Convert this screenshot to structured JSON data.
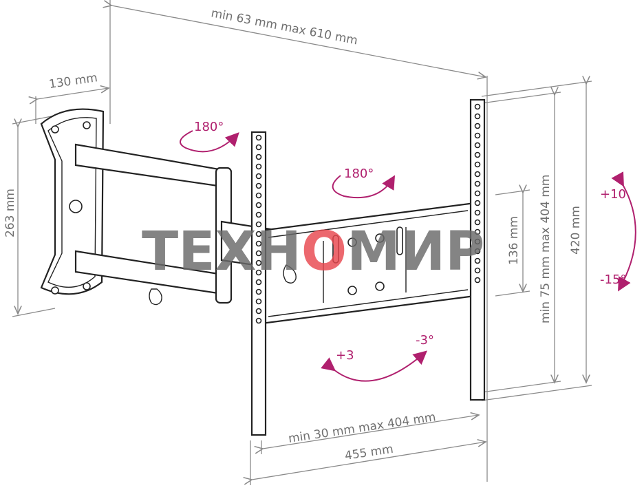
{
  "dimensions": {
    "arm_extension": "min 63 mm max 610 mm",
    "wall_plate_depth": "130 mm",
    "wall_plate_height": "263 mm",
    "bracket_height": "420 mm",
    "vesa_vertical": "min 75 mm max 404 mm",
    "center_plate_height": "136 mm",
    "vesa_horizontal": "min 30 mm max 404 mm",
    "bracket_width": "455 mm"
  },
  "rotations": {
    "arm_swivel": "180°",
    "plate_swivel": "180°",
    "tilt_up": "+10",
    "tilt_down": "-15°",
    "level_left": "+3",
    "level_right": "-3°"
  },
  "watermark": {
    "text_left": "ТЕХН",
    "text_o": "О",
    "text_right": "МИР",
    "o_color": "#e8484f"
  },
  "colors": {
    "rotation_accent": "#b0206e",
    "dimension_line": "#8a8a8a"
  }
}
